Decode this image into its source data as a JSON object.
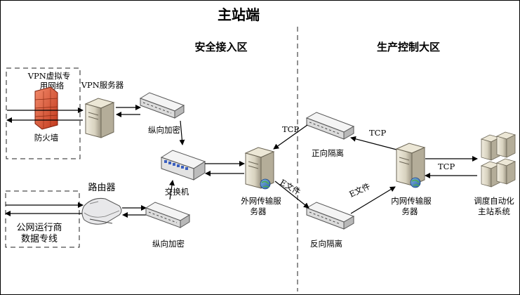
{
  "title": "主站端",
  "zones": {
    "left": "安全接入区",
    "right": "生产控制大区"
  },
  "nodes": {
    "vpn_net_line1": "VPN虚拟专",
    "vpn_net_line2": "用网络",
    "firewall": "防火墙",
    "vpn_server": "VPN服务器",
    "enc_top": "纵向加密",
    "switch": "交换机",
    "router": "路由器",
    "isp_line1": "公网运行商",
    "isp_line2": "数据专线",
    "enc_bottom": "纵向加密",
    "outer_server_line1": "外网传输服",
    "outer_server_line2": "务器",
    "fwd_isolation": "正向隔离",
    "rev_isolation": "反向隔离",
    "inner_server_line1": "内网传输服",
    "inner_server_line2": "务器",
    "dispatch_line1": "调度自动化",
    "dispatch_line2": "主站系统"
  },
  "edges": {
    "tcp_outer": "TCP",
    "efile_outer": "E文件",
    "tcp_inner": "TCP",
    "efile_inner": "E文件",
    "tcp_dispatch": "TCP"
  }
}
